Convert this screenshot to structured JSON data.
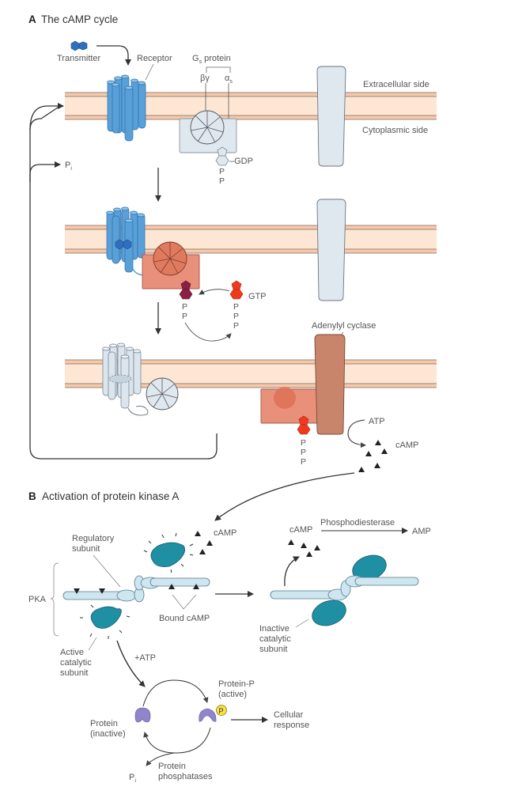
{
  "panel_a": {
    "letter": "A",
    "title": "The cAMP cycle",
    "labels": {
      "transmitter": "Transmitter",
      "receptor": "Receptor",
      "gs_protein": "G",
      "gs_sub": "s",
      "gs_protein_suffix": " protein",
      "beta_gamma": "βγ",
      "alpha": "α",
      "alpha_sub": "s",
      "extracellular": "Extracellular side",
      "cytoplasmic": "Cytoplasmic side",
      "gdp": "–GDP",
      "pi": "P",
      "pi_sub": "i",
      "gtp": "GTP",
      "adenylyl_cyclase": "Adenylyl cyclase",
      "atp": "ATP",
      "camp": "cAMP",
      "p": "P"
    }
  },
  "panel_b": {
    "letter": "B",
    "title": "Activation of protein kinase A",
    "labels": {
      "camp_in": "cAMP",
      "regulatory_subunit_1": "Regulatory",
      "regulatory_subunit_2": "subunit",
      "pka": "PKA",
      "bound_camp": "Bound cAMP",
      "active_catalytic_1": "Active",
      "active_catalytic_2": "catalytic",
      "active_catalytic_3": "subunit",
      "camp_out": "cAMP",
      "phosphodiesterase": "Phosphodiesterase",
      "amp": "AMP",
      "inactive_catalytic_1": "Inactive",
      "inactive_catalytic_2": "catalytic",
      "inactive_catalytic_3": "subunit",
      "plus_atp": "+ATP",
      "protein_p_1": "Protein-P",
      "protein_p_2": "(active)",
      "protein_1": "Protein",
      "protein_2": "(inactive)",
      "cellular_response_1": "Cellular",
      "cellular_response_2": "response",
      "pi": "P",
      "pi_sub": "i",
      "phosphatases_1": "Protein",
      "phosphatases_2": "phosphatases",
      "p_badge": "P"
    }
  },
  "colors": {
    "membrane_fill": "#fde7d4",
    "membrane_line": "#6b5a52",
    "receptor_active": "#5aa0d8",
    "receptor_inactive": "#dbe5ee",
    "gprotein_inactive": "#dfe7ef",
    "gprotein_active": "#e07a5f",
    "gprotein_box_active": "#e8907a",
    "adenylyl_cyclase": "#c8856b",
    "gtp": "#f03a1e",
    "gdp_bound": "#8b1f44",
    "catalytic": "#1f8fa3",
    "regulatory": "#cde6f0",
    "protein": "#8f86c9",
    "phosphate_badge": "#f6e04a"
  }
}
